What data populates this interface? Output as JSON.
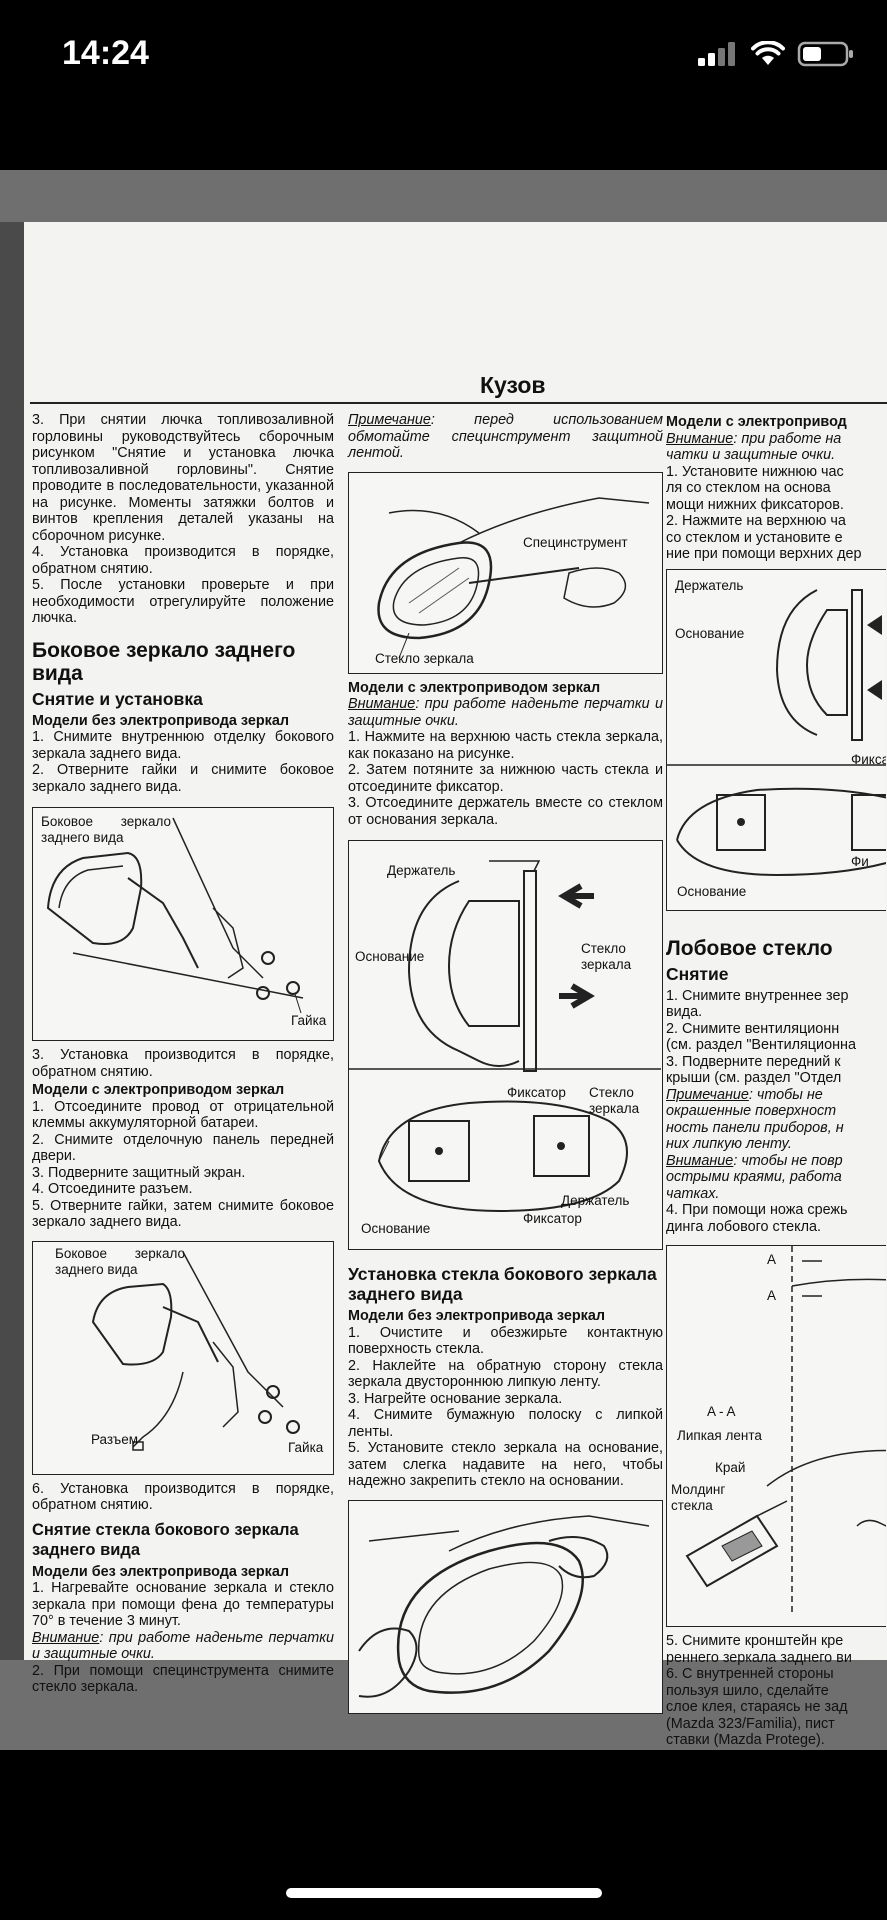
{
  "status_bar": {
    "time": "14:24"
  },
  "page": {
    "running_head": "Кузов",
    "col1": {
      "p1": "3. При снятии лючка топливозаливной горловины руководствуйтесь сборочным рисунком \"Снятие и установка лючка топливозаливной горловины\". Снятие проводите в последовательности, указанной на рисунке. Моменты затяжки болтов и винтов крепления деталей указаны на сборочном рисунке.",
      "p2": "4. Установка производится в порядке, обратном снятию.",
      "p3": "5. После установки проверьте и при необходимости отрегулируйте положение лючка.",
      "h_mirror": "Боковое зеркало заднего вида",
      "h_removal": "Снятие и установка",
      "h_no_electric": "Модели без электропривода зеркал",
      "ne1": "1. Снимите внутреннюю отделку бокового зеркала заднего вида.",
      "ne2": "2. Отверните гайки и снимите боковое зеркало заднего вида.",
      "fig1_label_mirror": "Боковое зеркало заднего вида",
      "fig1_label_nut": "Гайка",
      "ne3": "3. Установка производится в порядке, обратном снятию.",
      "h_electric": "Модели с электроприводом зеркал",
      "e1": "1. Отсоедините провод от отрицательной клеммы аккумуляторной батареи.",
      "e2": "2. Снимите отделочную панель передней двери.",
      "e3": "3. Подверните защитный экран.",
      "e4": "4. Отсоедините разъем.",
      "e5": "5. Отверните гайки, затем снимите боковое зеркало заднего вида.",
      "fig2_label_mirror": "Боковое зеркало заднего вида",
      "fig2_label_connector": "Разъем",
      "fig2_label_nut": "Гайка",
      "e6": "6. Установка производится в порядке, обратном снятию.",
      "h_glass_removal": "Снятие стекла бокового зеркала заднего вида",
      "h_no_electric2": "Модели без электропривода зеркал",
      "g1": "1. Нагревайте основание зеркала и стекло зеркала при помощи фена до температуры 70° в течение 3 минут.",
      "g_attention_word": "Внимание",
      "g_attention": ": при работе наденьте перчатки и защитные очки.",
      "g2": "2. При помощи специнструмента снимите стекло зеркала."
    },
    "col2": {
      "note_word": "Примечание",
      "note": ": перед использованием обмотайте специнструмент защитной лентой.",
      "fig3_label_tool": "Специнструмент",
      "fig3_label_glass": "Стекло зеркала",
      "h_electric": "Модели с электроприводом зеркал",
      "attention_word": "Внимание",
      "attention": ": при работе наденьте перчатки и защитные очки.",
      "s1": "1. Нажмите на верхнюю часть стекла зеркала, как показано на рисунке.",
      "s2": "2. Затем потяните за нижнюю часть стекла и отсоедините фиксатор.",
      "s3": "3. Отсоедините держатель вместе со стеклом от основания зеркала.",
      "fig4_holder": "Держатель",
      "fig4_base": "Основание",
      "fig4_glass": "Стекло зеркала",
      "fig4_fixator_top": "Фиксатор",
      "fig4_glass2": "Стекло зеркала",
      "fig4_base2": "Основание",
      "fig4_holder2": "Держатель",
      "fig4_fixator_bottom": "Фиксатор",
      "h_install_glass": "Установка стекла бокового зеркала заднего вида",
      "h_no_electric": "Модели без электропривода зеркал",
      "i1": "1. Очистите и обезжирьте контактную поверхность стекла.",
      "i2": "2. Наклейте на обратную сторону стекла зеркала двустороннюю липкую ленту.",
      "i3": "3. Нагрейте основание зеркала.",
      "i4": "4. Снимите бумажную полоску с липкой ленты.",
      "i5": "5. Установите стекло зеркала на основание, затем слегка надавите на него, чтобы надежно закрепить стекло на основании."
    },
    "col3": {
      "h_electric": "Модели с электропривод",
      "attention_word": "Внимание",
      "attention_l1": ": при работе на",
      "attention_l2": "чатки и защитные очки.",
      "s1_l1": "1. Установите нижнюю час",
      "s1_l2": "ля со стеклом на основа",
      "s1_l3": "мощи нижних фиксаторов.",
      "s2_l1": "2. Нажмите на верхнюю ча",
      "s2_l2": "со стеклом и установите е",
      "s2_l3": "ние при помощи верхних дер",
      "fig_holder": "Держатель",
      "fig_base": "Основание",
      "fig_fixator": "Фиксат",
      "fig_fi": "Фи",
      "fig_base2": "Основание",
      "h_windshield": "Лобовое стекло",
      "h_removal": "Снятие",
      "w1_l1": "1. Снимите внутреннее зер",
      "w1_l2": "вида.",
      "w2_l1": "2. Снимите вентиляционн",
      "w2_l2": "(см. раздел \"Вентиляционна",
      "w3_l1": "3. Подверните передний к",
      "w3_l2": "крыши (см. раздел \"Отдел",
      "note_word": "Примечание",
      "note_l1": ": чтобы не",
      "note_l2": "окрашенные поверхност",
      "note_l3": "ность панели приборов, н",
      "note_l4": "них липкую ленту.",
      "att2_word": "Внимание",
      "att2_l1": ": чтобы не повр",
      "att2_l2": "острыми краями, работа",
      "att2_l3": "чатках.",
      "w4_l1": "4. При помощи ножа срежь",
      "w4_l2": "динга лобового стекла.",
      "fig_a1": "A",
      "fig_a2": "A",
      "fig_aa": "A - A",
      "fig_tape": "Липкая лента",
      "fig_edge": "Край",
      "fig_molding": "Молдинг стекла",
      "w5_l1": "5. Снимите кронштейн кре",
      "w5_l2": "реннего зеркала заднего ви",
      "w6_l1": "6. С внутренней стороны",
      "w6_l2": "пользуя шило, сделайте",
      "w6_l3": "слое клея, стараясь не зад",
      "w6_l4": "(Mazda 323/Familia), пист",
      "w6_l5": "ставки (Mazda Protege)."
    }
  }
}
